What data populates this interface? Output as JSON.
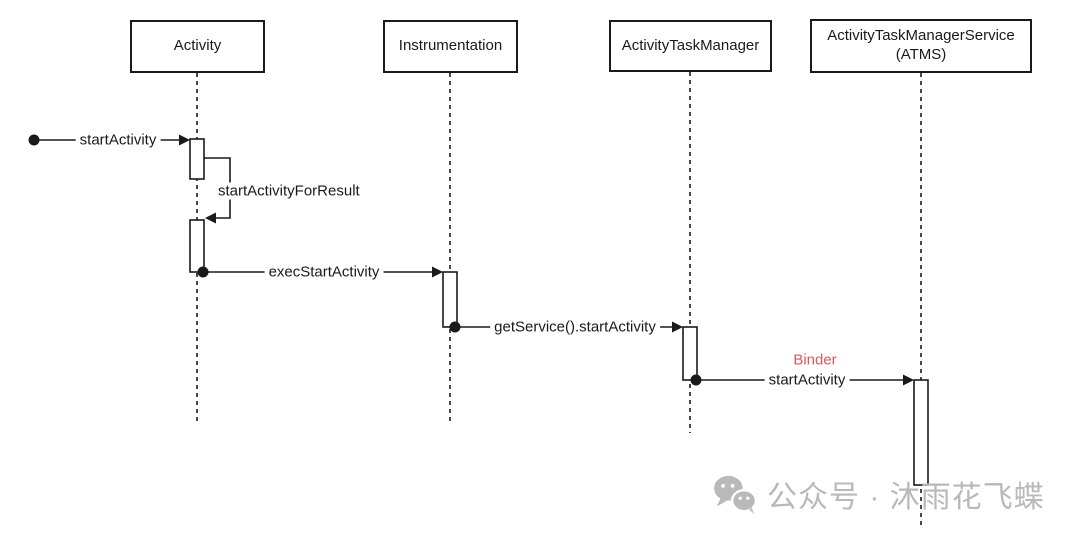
{
  "participants": [
    {
      "name": "Activity"
    },
    {
      "name": "Instrumentation"
    },
    {
      "name": "ActivityTaskManager"
    },
    {
      "name": "ActivityTaskManagerService",
      "name2": "(ATMS)"
    }
  ],
  "messages": {
    "m1": "startActivity",
    "m2": "startActivityForResult",
    "m3": "execStartActivity",
    "m4": "getService().startActivity",
    "m5": "startActivity",
    "m5_annotation": "Binder"
  },
  "colors": {
    "line": "#1a1a1a",
    "annotation_red": "#e25555",
    "watermark_gray": "#b9b9b9"
  },
  "watermark": {
    "icon": "wechat-icon",
    "text": "公众号 · 沐雨花飞蝶"
  }
}
